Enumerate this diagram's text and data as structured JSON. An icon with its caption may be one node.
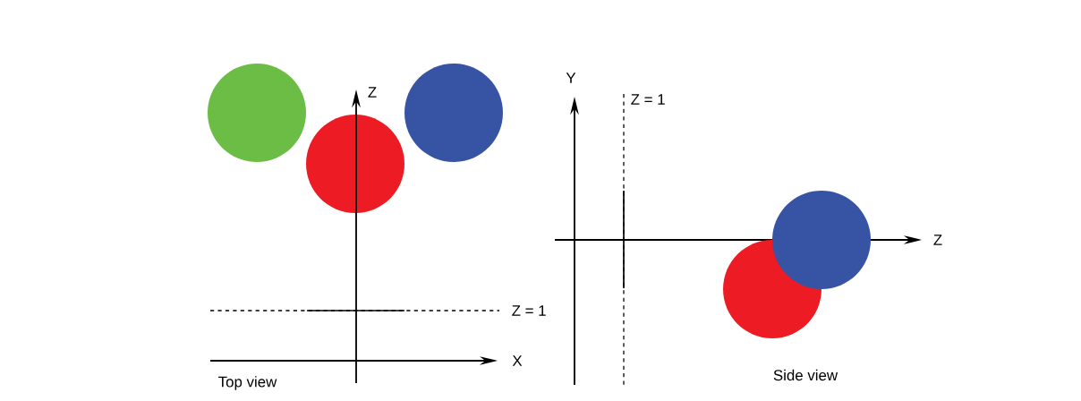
{
  "diagram": {
    "nodes": [
      {
        "text": [],
        "shape": "circle"
      },
      {
        "text": [],
        "shape": "circle"
      },
      {
        "text": [],
        "shape": "circle"
      },
      {
        "text": [],
        "shape": "circle"
      },
      {
        "text": [],
        "shape": "circle"
      }
    ],
    "labels": [
      "Y",
      "Z",
      "Z = 1",
      "Z",
      "Z = 1",
      "X",
      "Side view",
      "Top view"
    ]
  }
}
